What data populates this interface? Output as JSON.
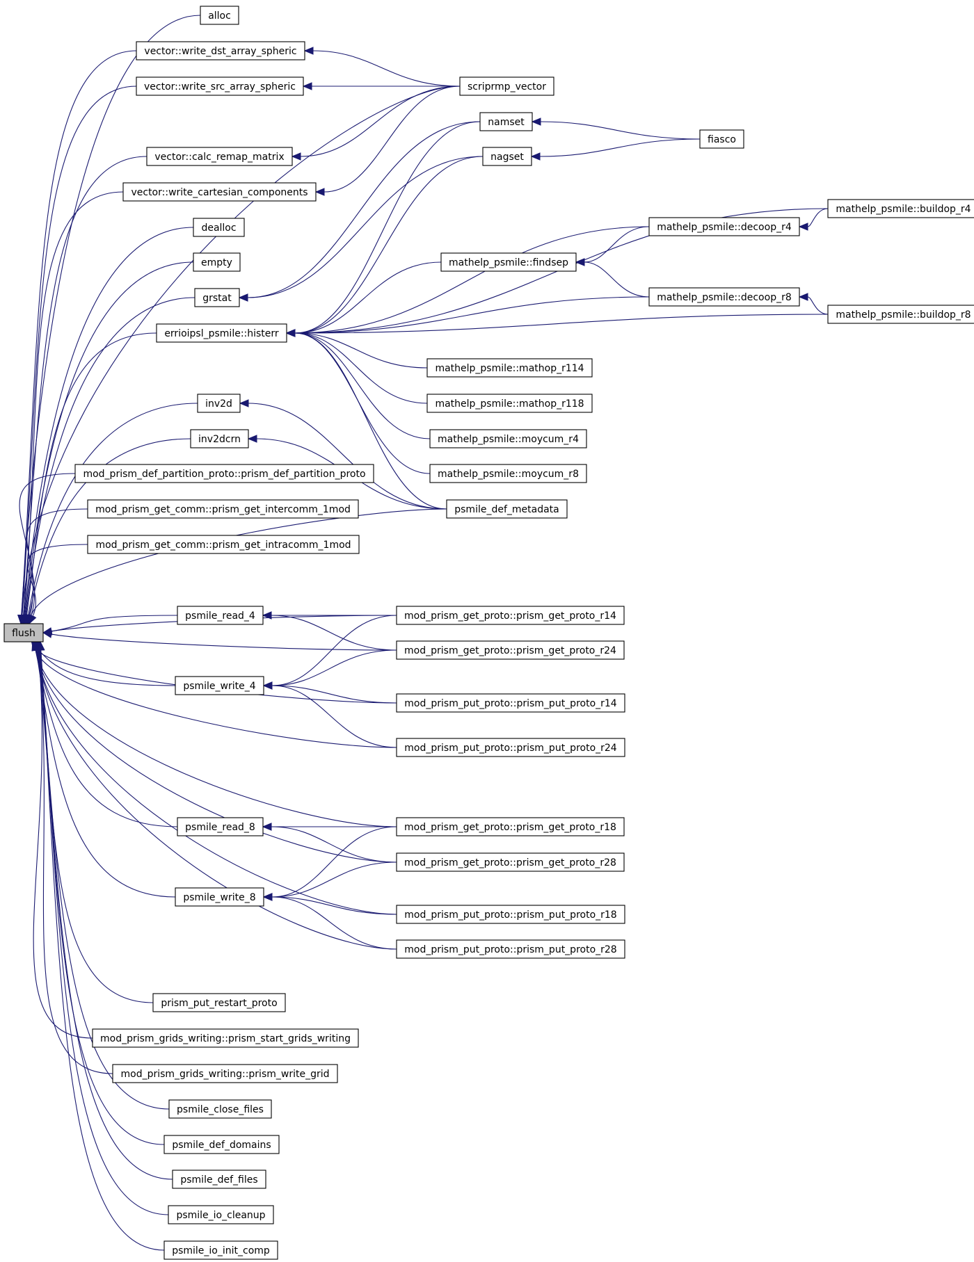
{
  "graph": {
    "type": "caller-graph",
    "colors": {
      "edge": "#191970",
      "focus_fill": "#bfbfbf",
      "node_fill": "#ffffff",
      "node_border": "#000000"
    },
    "nodes": [
      {
        "id": "flush",
        "label": "flush",
        "focus": true
      },
      {
        "id": "alloc",
        "label": "alloc"
      },
      {
        "id": "wdst",
        "label": "vector::write_dst_array_spheric"
      },
      {
        "id": "wsrc",
        "label": "vector::write_src_array_spheric"
      },
      {
        "id": "calc",
        "label": "vector::calc_remap_matrix"
      },
      {
        "id": "wcart",
        "label": "vector::write_cartesian_components"
      },
      {
        "id": "dealloc",
        "label": "dealloc"
      },
      {
        "id": "empty",
        "label": "empty"
      },
      {
        "id": "grstat",
        "label": "grstat"
      },
      {
        "id": "histerr",
        "label": "errioipsl_psmile::histerr"
      },
      {
        "id": "inv2d",
        "label": "inv2d"
      },
      {
        "id": "inv2dcrn",
        "label": "inv2dcrn"
      },
      {
        "id": "pdp",
        "label": "mod_prism_def_partition_proto::prism_def_partition_proto"
      },
      {
        "id": "pgi",
        "label": "mod_prism_get_comm::prism_get_intercomm_1mod"
      },
      {
        "id": "pga",
        "label": "mod_prism_get_comm::prism_get_intracomm_1mod"
      },
      {
        "id": "read4",
        "label": "psmile_read_4"
      },
      {
        "id": "write4",
        "label": "psmile_write_4"
      },
      {
        "id": "read8",
        "label": "psmile_read_8"
      },
      {
        "id": "write8",
        "label": "psmile_write_8"
      },
      {
        "id": "prp",
        "label": "prism_put_restart_proto"
      },
      {
        "id": "psgw",
        "label": "mod_prism_grids_writing::prism_start_grids_writing"
      },
      {
        "id": "pwg",
        "label": "mod_prism_grids_writing::prism_write_grid"
      },
      {
        "id": "pcf",
        "label": "psmile_close_files"
      },
      {
        "id": "pdd",
        "label": "psmile_def_domains"
      },
      {
        "id": "pdf",
        "label": "psmile_def_files"
      },
      {
        "id": "pioc",
        "label": "psmile_io_cleanup"
      },
      {
        "id": "pioi",
        "label": "psmile_io_init_comp"
      },
      {
        "id": "scrip",
        "label": "scriprmp_vector"
      },
      {
        "id": "namset",
        "label": "namset"
      },
      {
        "id": "nagset",
        "label": "nagset"
      },
      {
        "id": "findsep",
        "label": "mathelp_psmile::findsep"
      },
      {
        "id": "r114",
        "label": "mathelp_psmile::mathop_r114"
      },
      {
        "id": "r118",
        "label": "mathelp_psmile::mathop_r118"
      },
      {
        "id": "mr4",
        "label": "mathelp_psmile::moycum_r4"
      },
      {
        "id": "mr8",
        "label": "mathelp_psmile::moycum_r8"
      },
      {
        "id": "pdm",
        "label": "psmile_def_metadata"
      },
      {
        "id": "g14",
        "label": "mod_prism_get_proto::prism_get_proto_r14"
      },
      {
        "id": "g24",
        "label": "mod_prism_get_proto::prism_get_proto_r24"
      },
      {
        "id": "p14",
        "label": "mod_prism_put_proto::prism_put_proto_r14"
      },
      {
        "id": "p24",
        "label": "mod_prism_put_proto::prism_put_proto_r24"
      },
      {
        "id": "g18",
        "label": "mod_prism_get_proto::prism_get_proto_r18"
      },
      {
        "id": "g28",
        "label": "mod_prism_get_proto::prism_get_proto_r28"
      },
      {
        "id": "p18",
        "label": "mod_prism_put_proto::prism_put_proto_r18"
      },
      {
        "id": "p28",
        "label": "mod_prism_put_proto::prism_put_proto_r28"
      },
      {
        "id": "fiasco",
        "label": "fiasco"
      },
      {
        "id": "dr4",
        "label": "mathelp_psmile::decoop_r4"
      },
      {
        "id": "dr8",
        "label": "mathelp_psmile::decoop_r8"
      },
      {
        "id": "br4",
        "label": "mathelp_psmile::buildop_r4"
      },
      {
        "id": "br8",
        "label": "mathelp_psmile::buildop_r8"
      }
    ],
    "edges": [
      [
        "alloc",
        "flush"
      ],
      [
        "wdst",
        "flush"
      ],
      [
        "wsrc",
        "flush"
      ],
      [
        "scrip",
        "flush"
      ],
      [
        "calc",
        "flush"
      ],
      [
        "wcart",
        "flush"
      ],
      [
        "dealloc",
        "flush"
      ],
      [
        "empty",
        "flush"
      ],
      [
        "grstat",
        "flush"
      ],
      [
        "histerr",
        "flush"
      ],
      [
        "pdm",
        "flush"
      ],
      [
        "inv2d",
        "flush"
      ],
      [
        "inv2dcrn",
        "flush"
      ],
      [
        "pdp",
        "flush"
      ],
      [
        "pgi",
        "flush"
      ],
      [
        "pga",
        "flush"
      ],
      [
        "g14",
        "flush"
      ],
      [
        "read4",
        "flush"
      ],
      [
        "g24",
        "flush"
      ],
      [
        "write4",
        "flush"
      ],
      [
        "p14",
        "flush"
      ],
      [
        "p24",
        "flush"
      ],
      [
        "g18",
        "flush"
      ],
      [
        "read8",
        "flush"
      ],
      [
        "g28",
        "flush"
      ],
      [
        "write8",
        "flush"
      ],
      [
        "p18",
        "flush"
      ],
      [
        "p28",
        "flush"
      ],
      [
        "prp",
        "flush"
      ],
      [
        "psgw",
        "flush"
      ],
      [
        "pwg",
        "flush"
      ],
      [
        "pcf",
        "flush"
      ],
      [
        "pdd",
        "flush"
      ],
      [
        "pdf",
        "flush"
      ],
      [
        "pioc",
        "flush"
      ],
      [
        "pioi",
        "flush"
      ],
      [
        "scrip",
        "wdst"
      ],
      [
        "scrip",
        "wsrc"
      ],
      [
        "scrip",
        "calc"
      ],
      [
        "scrip",
        "wcart"
      ],
      [
        "namset",
        "grstat"
      ],
      [
        "nagset",
        "grstat"
      ],
      [
        "namset",
        "histerr"
      ],
      [
        "nagset",
        "histerr"
      ],
      [
        "br4",
        "histerr"
      ],
      [
        "dr4",
        "histerr"
      ],
      [
        "findsep",
        "histerr"
      ],
      [
        "dr8",
        "histerr"
      ],
      [
        "br8",
        "histerr"
      ],
      [
        "r114",
        "histerr"
      ],
      [
        "r118",
        "histerr"
      ],
      [
        "mr4",
        "histerr"
      ],
      [
        "mr8",
        "histerr"
      ],
      [
        "pdm",
        "histerr"
      ],
      [
        "pdm",
        "inv2d"
      ],
      [
        "pdm",
        "inv2dcrn"
      ],
      [
        "g14",
        "read4"
      ],
      [
        "g24",
        "read4"
      ],
      [
        "g14",
        "write4"
      ],
      [
        "g24",
        "write4"
      ],
      [
        "p14",
        "write4"
      ],
      [
        "p24",
        "write4"
      ],
      [
        "g18",
        "read8"
      ],
      [
        "g28",
        "read8"
      ],
      [
        "g18",
        "write8"
      ],
      [
        "g28",
        "write8"
      ],
      [
        "p18",
        "write8"
      ],
      [
        "p28",
        "write8"
      ],
      [
        "fiasco",
        "namset"
      ],
      [
        "fiasco",
        "nagset"
      ],
      [
        "dr4",
        "findsep"
      ],
      [
        "dr8",
        "findsep"
      ],
      [
        "br4",
        "dr4"
      ],
      [
        "br8",
        "dr8"
      ]
    ]
  }
}
